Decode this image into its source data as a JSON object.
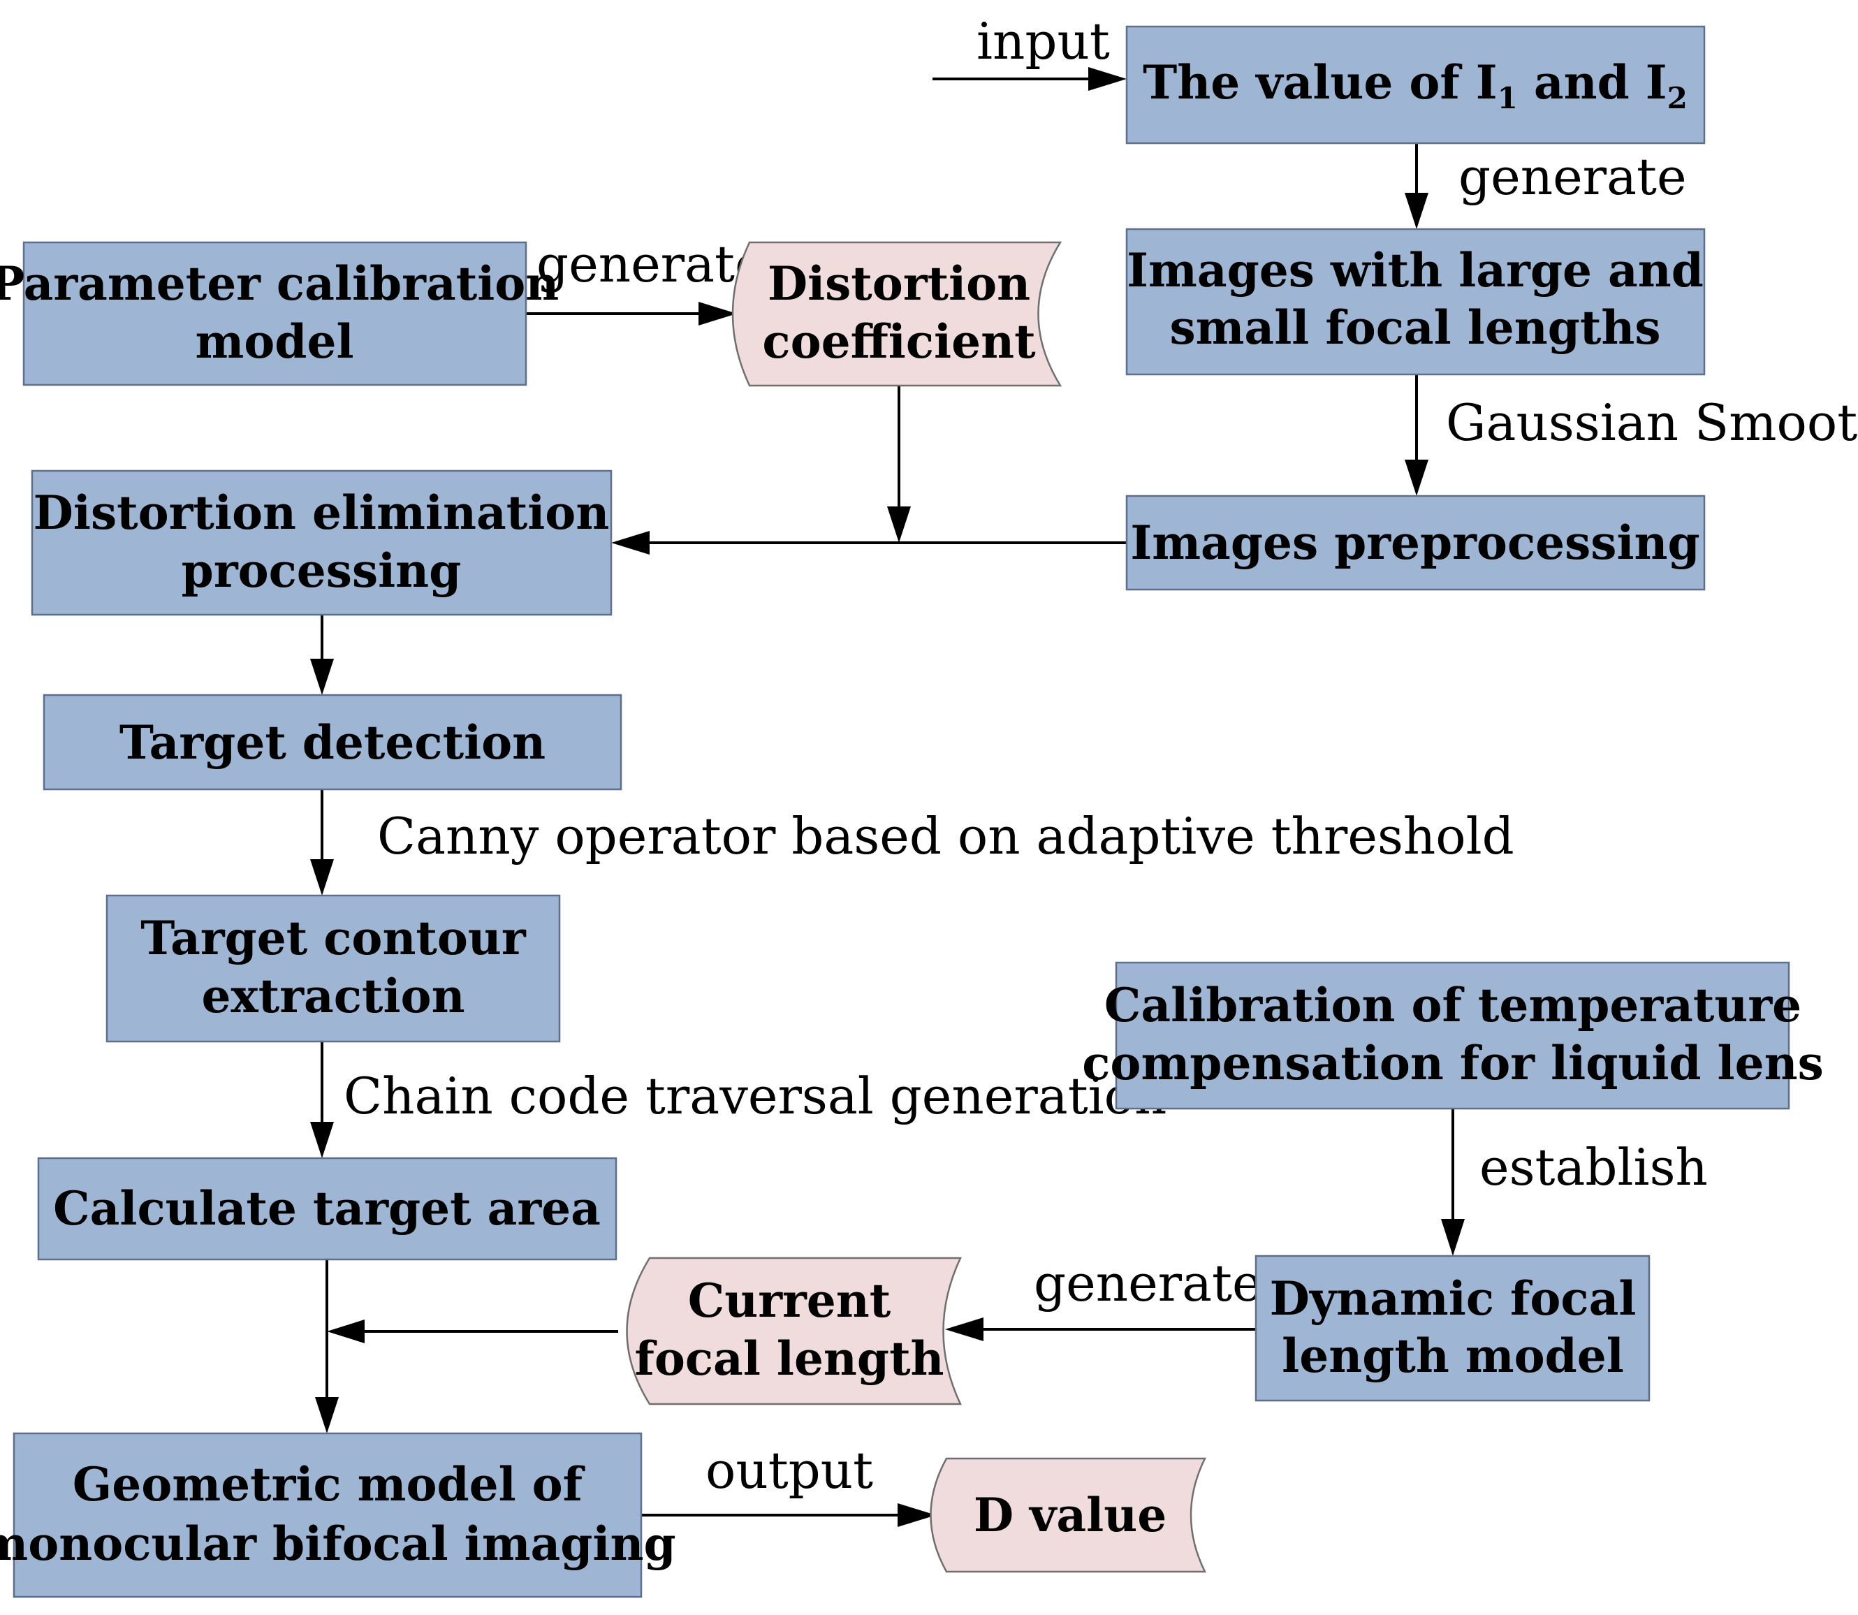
{
  "nodes": {
    "i1i2": {
      "pre": "The value of I",
      "sub1": "1",
      "mid": " and I",
      "sub2": "2"
    },
    "images_large_small": {
      "line1": "Images with large and",
      "line2": "small focal lengths"
    },
    "param_calibration": {
      "line1": "Parameter calibration",
      "line2": "model"
    },
    "distortion_coefficient": {
      "line1": "Distortion",
      "line2": "coefficient"
    },
    "distortion_elimination": {
      "line1": "Distortion elimination",
      "line2": "processing"
    },
    "images_preprocessing": {
      "line1": "Images preprocessing"
    },
    "target_detection": {
      "line1": "Target detection"
    },
    "target_contour": {
      "line1": "Target contour",
      "line2": "extraction"
    },
    "calibration_temperature": {
      "line1": "Calibration of temperature",
      "line2": "compensation for liquid lens"
    },
    "calculate_area": {
      "line1": "Calculate target area"
    },
    "current_focal": {
      "line1": "Current",
      "line2": "focal length"
    },
    "dynamic_focal": {
      "line1": "Dynamic focal",
      "line2": "length model"
    },
    "geometric_model": {
      "line1": "Geometric model of",
      "line2": "monocular bifocal imaging"
    },
    "d_value": {
      "line1": "D value"
    }
  },
  "edge_labels": {
    "input": "input",
    "generate_top": "generate",
    "generate_param": "generate",
    "gaussian": "Gaussian Smooth",
    "canny": "Canny operator based on adaptive threshold",
    "chain": "Chain code traversal generation",
    "establish": "establish",
    "generate_focal": "generate",
    "output": "output"
  }
}
